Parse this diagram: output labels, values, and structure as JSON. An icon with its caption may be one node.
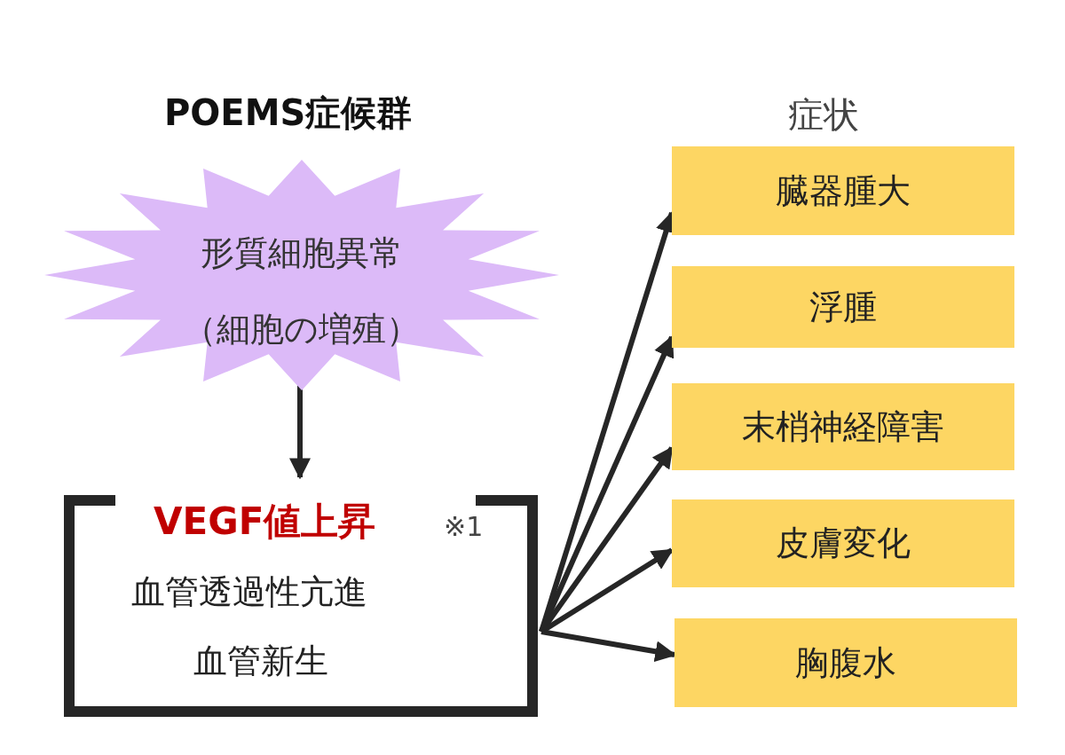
{
  "diagram": {
    "title": "POEMS症候群",
    "nodes": [
      {
        "text": [
          "形質細胞異常（細胞の増殖）"
        ]
      },
      {
        "text": [
          "VEGF値上昇",
          "※1",
          "血管透過性亢進",
          "血管新生"
        ]
      },
      {
        "text": [
          "臓器腫大"
        ]
      },
      {
        "text": [
          "浮腫"
        ]
      },
      {
        "text": [
          "末梢神経障害"
        ]
      },
      {
        "text": [
          "皮膚変化"
        ]
      },
      {
        "text": [
          "胸腹水"
        ]
      }
    ],
    "edges": [
      {
        "from": 0,
        "to": 1,
        "arrow": "to"
      },
      {
        "from": 1,
        "to": 2,
        "arrow": "to"
      },
      {
        "from": 1,
        "to": 3,
        "arrow": "to"
      },
      {
        "from": 1,
        "to": 4,
        "arrow": "to"
      },
      {
        "from": 1,
        "to": 5,
        "arrow": "to"
      },
      {
        "from": 1,
        "to": 6,
        "arrow": "to"
      }
    ],
    "labels": [
      "症状"
    ]
  }
}
